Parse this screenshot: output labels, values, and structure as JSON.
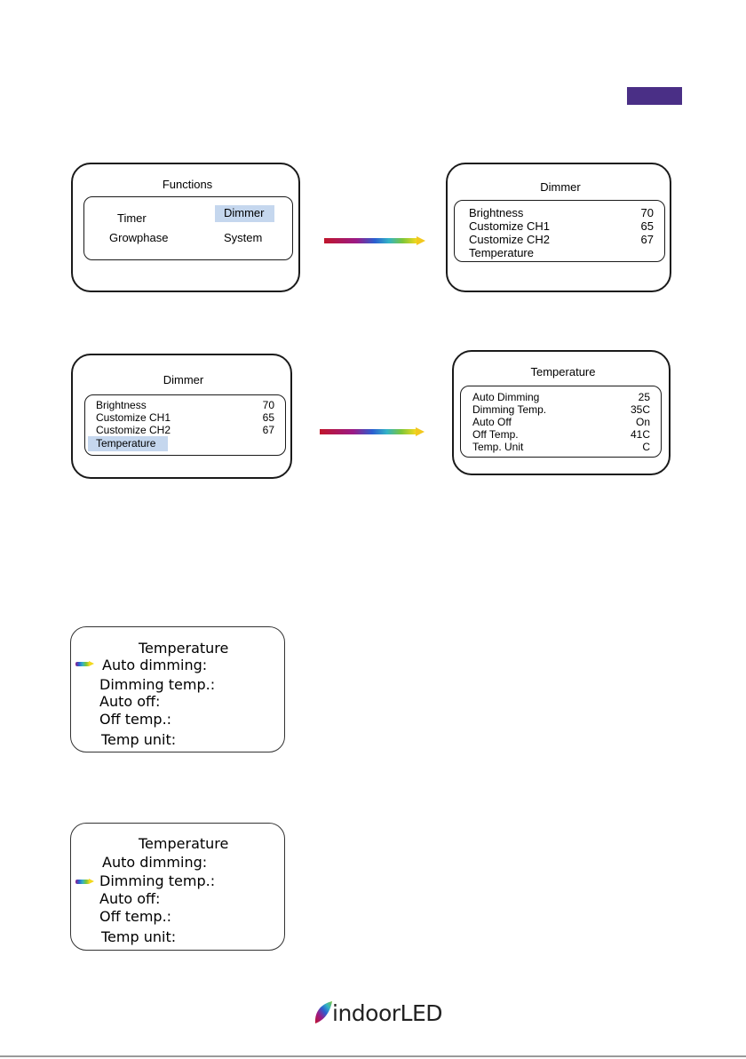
{
  "functions_screen": {
    "title": "Functions",
    "items": [
      "Timer",
      "Dimmer",
      "Growphase",
      "System"
    ],
    "selected": "Dimmer"
  },
  "dimmer_screen": {
    "title": "Dimmer",
    "rows": [
      {
        "label": "Brightness",
        "value": "70"
      },
      {
        "label": "Customize CH1",
        "value": "65"
      },
      {
        "label": "Customize CH2",
        "value": "67"
      },
      {
        "label": "Temperature",
        "value": ""
      }
    ]
  },
  "dimmer_screen_selected": {
    "title": "Dimmer",
    "rows": [
      {
        "label": "Brightness",
        "value": "70"
      },
      {
        "label": "Customize CH1",
        "value": "65"
      },
      {
        "label": "Customize CH2",
        "value": "67"
      },
      {
        "label": "Temperature",
        "value": ""
      }
    ],
    "selected": "Temperature"
  },
  "temperature_screen": {
    "title": "Temperature",
    "rows": [
      {
        "label": "Auto Dimming",
        "value": "25"
      },
      {
        "label": "Dimming Temp.",
        "value": "35C"
      },
      {
        "label": "Auto Off",
        "value": "On"
      },
      {
        "label": "Off Temp.",
        "value": "41C"
      },
      {
        "label": "Temp. Unit",
        "value": "C"
      }
    ]
  },
  "temperature_list_a": {
    "title": "Temperature",
    "items": [
      "Auto dimming:",
      "Dimming temp.:",
      "Auto off:",
      "Off temp.:",
      "Temp unit:"
    ],
    "pointer_item": "Auto dimming:"
  },
  "temperature_list_b": {
    "title": "Temperature",
    "items": [
      "Auto dimming:",
      "Dimming temp.:",
      "Auto off:",
      "Off temp.:",
      "Temp unit:"
    ],
    "pointer_item": "Dimming temp.:"
  },
  "footer": {
    "logo_text_a": "indoor",
    "logo_text_b": "LED"
  },
  "colors": {
    "badge": "#4a2f86",
    "highlight": "#c5d7ee"
  }
}
